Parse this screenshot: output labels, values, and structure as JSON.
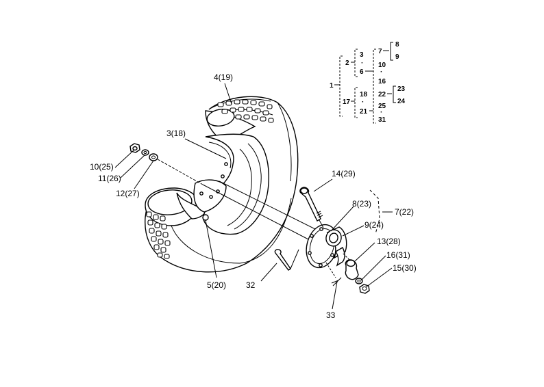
{
  "callouts": [
    {
      "id": "tire",
      "text": "4(19)"
    },
    {
      "id": "rim",
      "text": "3(18)"
    },
    {
      "id": "bolt",
      "text": "10(25)"
    },
    {
      "id": "washer-a",
      "text": "11(26)"
    },
    {
      "id": "washer-b",
      "text": "12(27)"
    },
    {
      "id": "valve",
      "text": "5(20)"
    },
    {
      "id": "shaft",
      "text": "14(29)"
    },
    {
      "id": "hub",
      "text": "8(23)"
    },
    {
      "id": "hub-assembly",
      "text": "7(22)"
    },
    {
      "id": "bearing",
      "text": "9(24)"
    },
    {
      "id": "collar",
      "text": "13(28)"
    },
    {
      "id": "washer-c",
      "text": "16(31)"
    },
    {
      "id": "nut",
      "text": "15(30)"
    },
    {
      "id": "pin",
      "text": "32"
    },
    {
      "id": "cotter",
      "text": "33"
    }
  ],
  "tree": {
    "root": "1",
    "group_a": "2",
    "group_b": "17",
    "n3": "3",
    "n6": "6",
    "n7": "7",
    "n8": "8",
    "n9": "9",
    "n10": "10",
    "n16": "16",
    "n18": "18",
    "n21": "21",
    "n22": "22",
    "n23": "23",
    "n24": "24",
    "n25": "25",
    "n31": "31",
    "dot": "·"
  }
}
